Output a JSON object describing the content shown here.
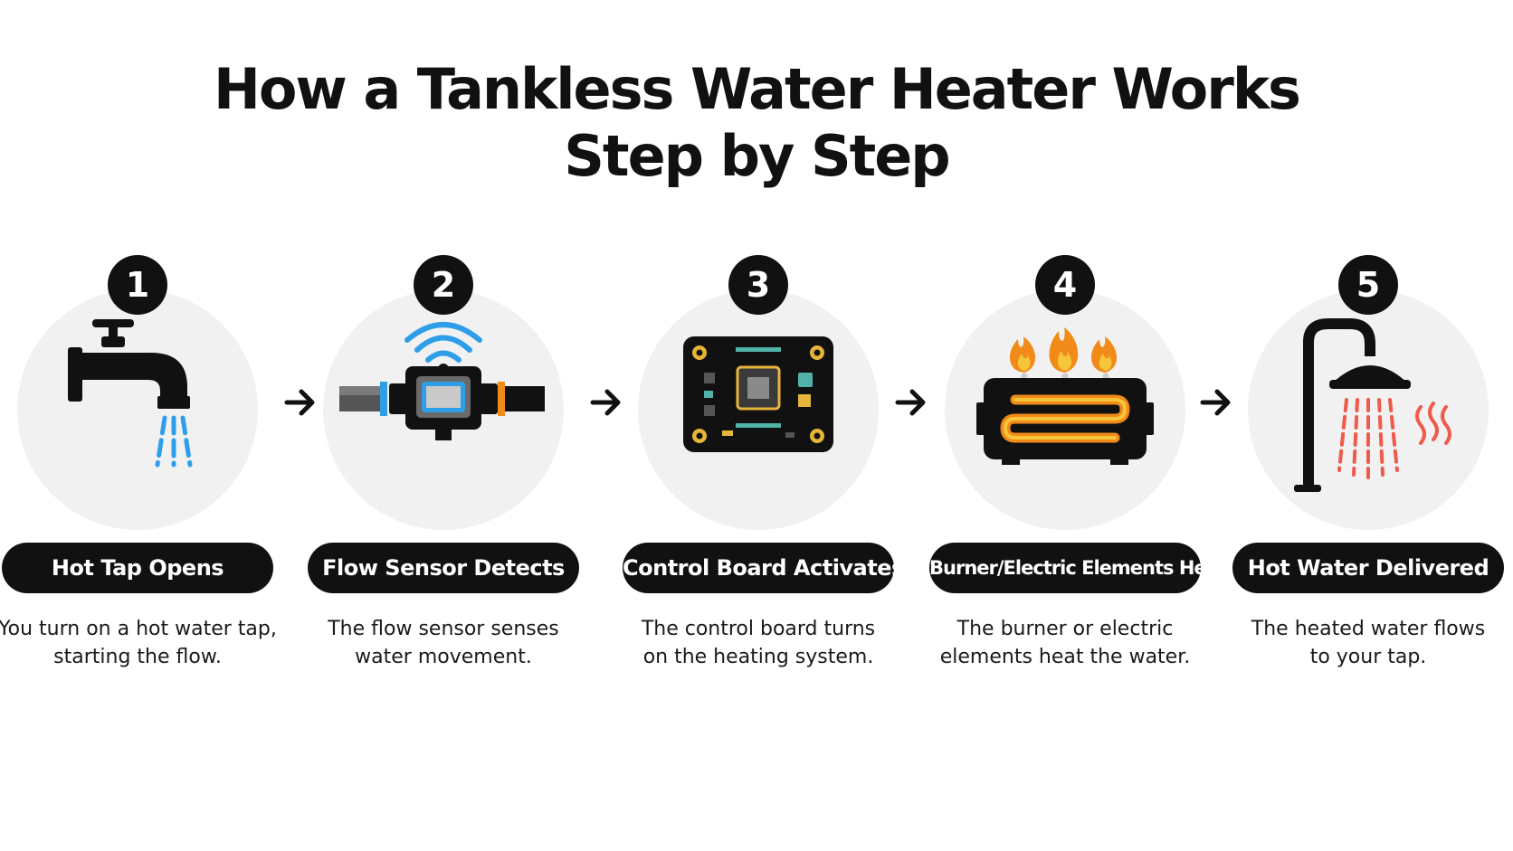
{
  "title": {
    "line1": "How a Tankless Water Heater Works",
    "line2": "Step by Step"
  },
  "steps": [
    {
      "number": "1",
      "label": "Hot Tap Opens",
      "desc_line1": "You turn on a hot water tap,",
      "desc_line2": "starting the flow.",
      "icon": "faucet-icon"
    },
    {
      "number": "2",
      "label": "Flow Sensor Detects",
      "desc_line1": "The flow sensor senses",
      "desc_line2": "water movement.",
      "icon": "flow-sensor-icon"
    },
    {
      "number": "3",
      "label": "Control Board Activates",
      "desc_line1": "The control board turns",
      "desc_line2": "on the heating system.",
      "icon": "circuit-board-icon"
    },
    {
      "number": "4",
      "label": "Burner/Electric Elements Heat",
      "desc_line1": "The burner or electric",
      "desc_line2": "elements heat the water.",
      "icon": "burner-icon"
    },
    {
      "number": "5",
      "label": "Hot Water Delivered",
      "desc_line1": "The heated water flows",
      "desc_line2": "to your tap.",
      "icon": "shower-icon"
    }
  ],
  "colors": {
    "dark": "#111111",
    "circle": "#f1f1f1",
    "water_blue": "#2f9ee8",
    "flame_orange": "#f28a1a",
    "hot_red": "#ef5a4a",
    "board_teal": "#4fb3a8",
    "gold": "#e7b53a"
  }
}
